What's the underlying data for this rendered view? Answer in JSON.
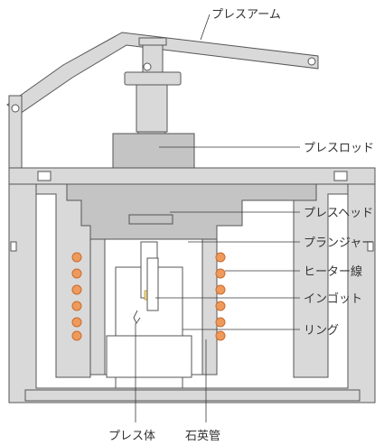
{
  "labels": {
    "press_arm": "プレスアーム",
    "press_rod": "プレスロッド",
    "press_head": "プレスヘッド",
    "plunger": "プランジャー",
    "heater_wire": "ヒーター線",
    "ingot": "インゴット",
    "ring": "リング",
    "press_body": "プレス体",
    "quartz_tube": "石英管"
  },
  "colors": {
    "metal": "#d9d9d9",
    "metal_dark": "#c4c4c4",
    "outline": "#555555",
    "heater": "#ee9a5c",
    "ingot": "#f3d98a"
  }
}
